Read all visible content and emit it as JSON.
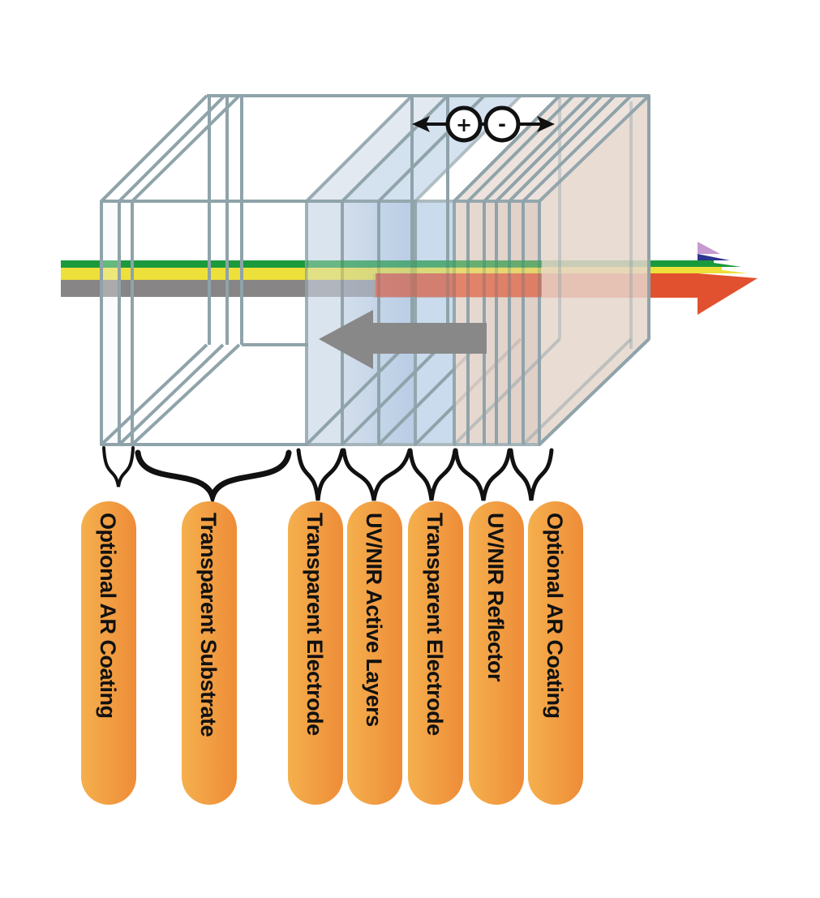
{
  "title": "Layered UV/NIR electrochromic window structure",
  "colors": {
    "frame_stroke": "#8fa3aa",
    "active_fill": "#a9c3e0",
    "reflector_fill": "#dcc7bb",
    "pill_fill_start": "#f4ac4a",
    "pill_fill_end": "#ef8f3a",
    "beam_green": "#1a9a3c",
    "beam_yellow": "#ede03a",
    "beam_gray": "#878585",
    "beam_red": "#e2512f",
    "beam_purple": "#c79ad0",
    "beam_navy": "#2e3591",
    "reflected_arrow": "#888888"
  },
  "charge_indicator": {
    "positive_symbol": "+",
    "negative_symbol": "-"
  },
  "beams": {
    "incident": [
      "green",
      "yellow",
      "gray"
    ],
    "transmitted": [
      "purple",
      "navy",
      "green",
      "yellow",
      "red"
    ],
    "reflected": "gray"
  },
  "layers": [
    {
      "id": "ar-front",
      "label": "Optional AR Coating"
    },
    {
      "id": "substrate",
      "label": "Transparent Substrate"
    },
    {
      "id": "electrode-1",
      "label": "Transparent Electrode"
    },
    {
      "id": "active",
      "label": "UV/NIR Active Layers"
    },
    {
      "id": "electrode-2",
      "label": "Transparent Electrode"
    },
    {
      "id": "reflector",
      "label": "UV/NIR Reflector"
    },
    {
      "id": "ar-back",
      "label": "Optional AR Coating"
    }
  ]
}
